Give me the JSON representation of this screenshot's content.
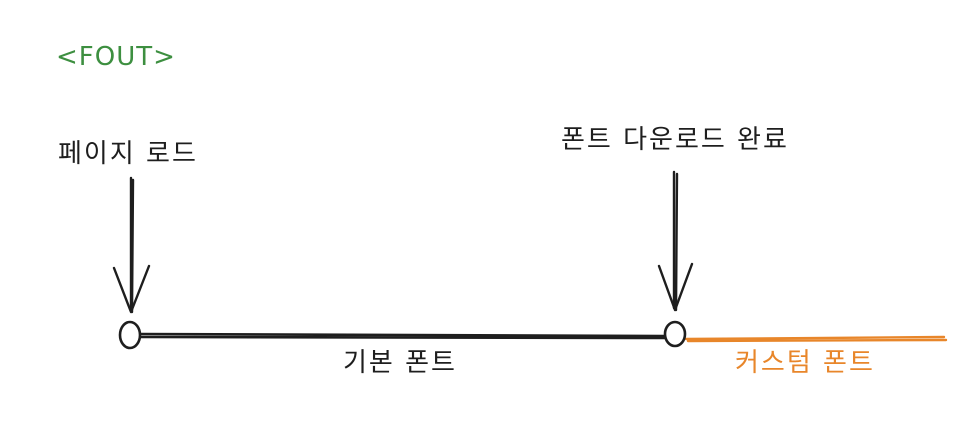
{
  "title": "<FOUT>",
  "events": {
    "page_load": "페이지 로드",
    "font_download_complete": "폰트 다운로드 완료"
  },
  "segments": {
    "default_font": "기본 폰트",
    "custom_font": "커스텀 폰트"
  },
  "colors": {
    "title": "#3d8f40",
    "ink": "#1e1e1e",
    "custom": "#e8862a"
  }
}
